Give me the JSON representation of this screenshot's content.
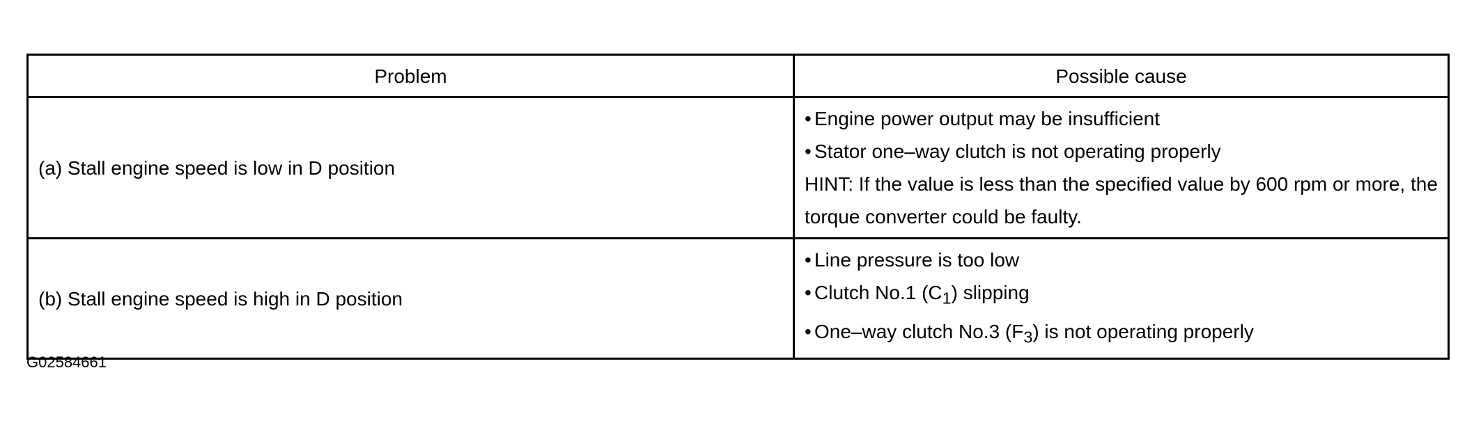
{
  "table": {
    "headers": {
      "problem": "Problem",
      "cause": "Possible cause"
    },
    "rows": [
      {
        "problem": "(a) Stall engine speed is low in D position",
        "causes": [
          "Engine power output may be insufficient",
          "Stator one–way clutch is not operating properly"
        ],
        "hint": "HINT: If the value is less than the specified value by 600 rpm or more, the torque converter could be faulty."
      },
      {
        "problem": "(b) Stall engine speed is high in D position",
        "causes": [
          "Line pressure is too low"
        ],
        "cause_clutch_prefix": "Clutch No.1 (C",
        "cause_clutch_sub": "1",
        "cause_clutch_suffix": ") slipping",
        "cause_oneway_prefix": "One–way clutch No.3 (F",
        "cause_oneway_sub": "3",
        "cause_oneway_suffix": ") is not operating properly"
      }
    ],
    "bullet": "•"
  },
  "figure_id": "G02584661"
}
